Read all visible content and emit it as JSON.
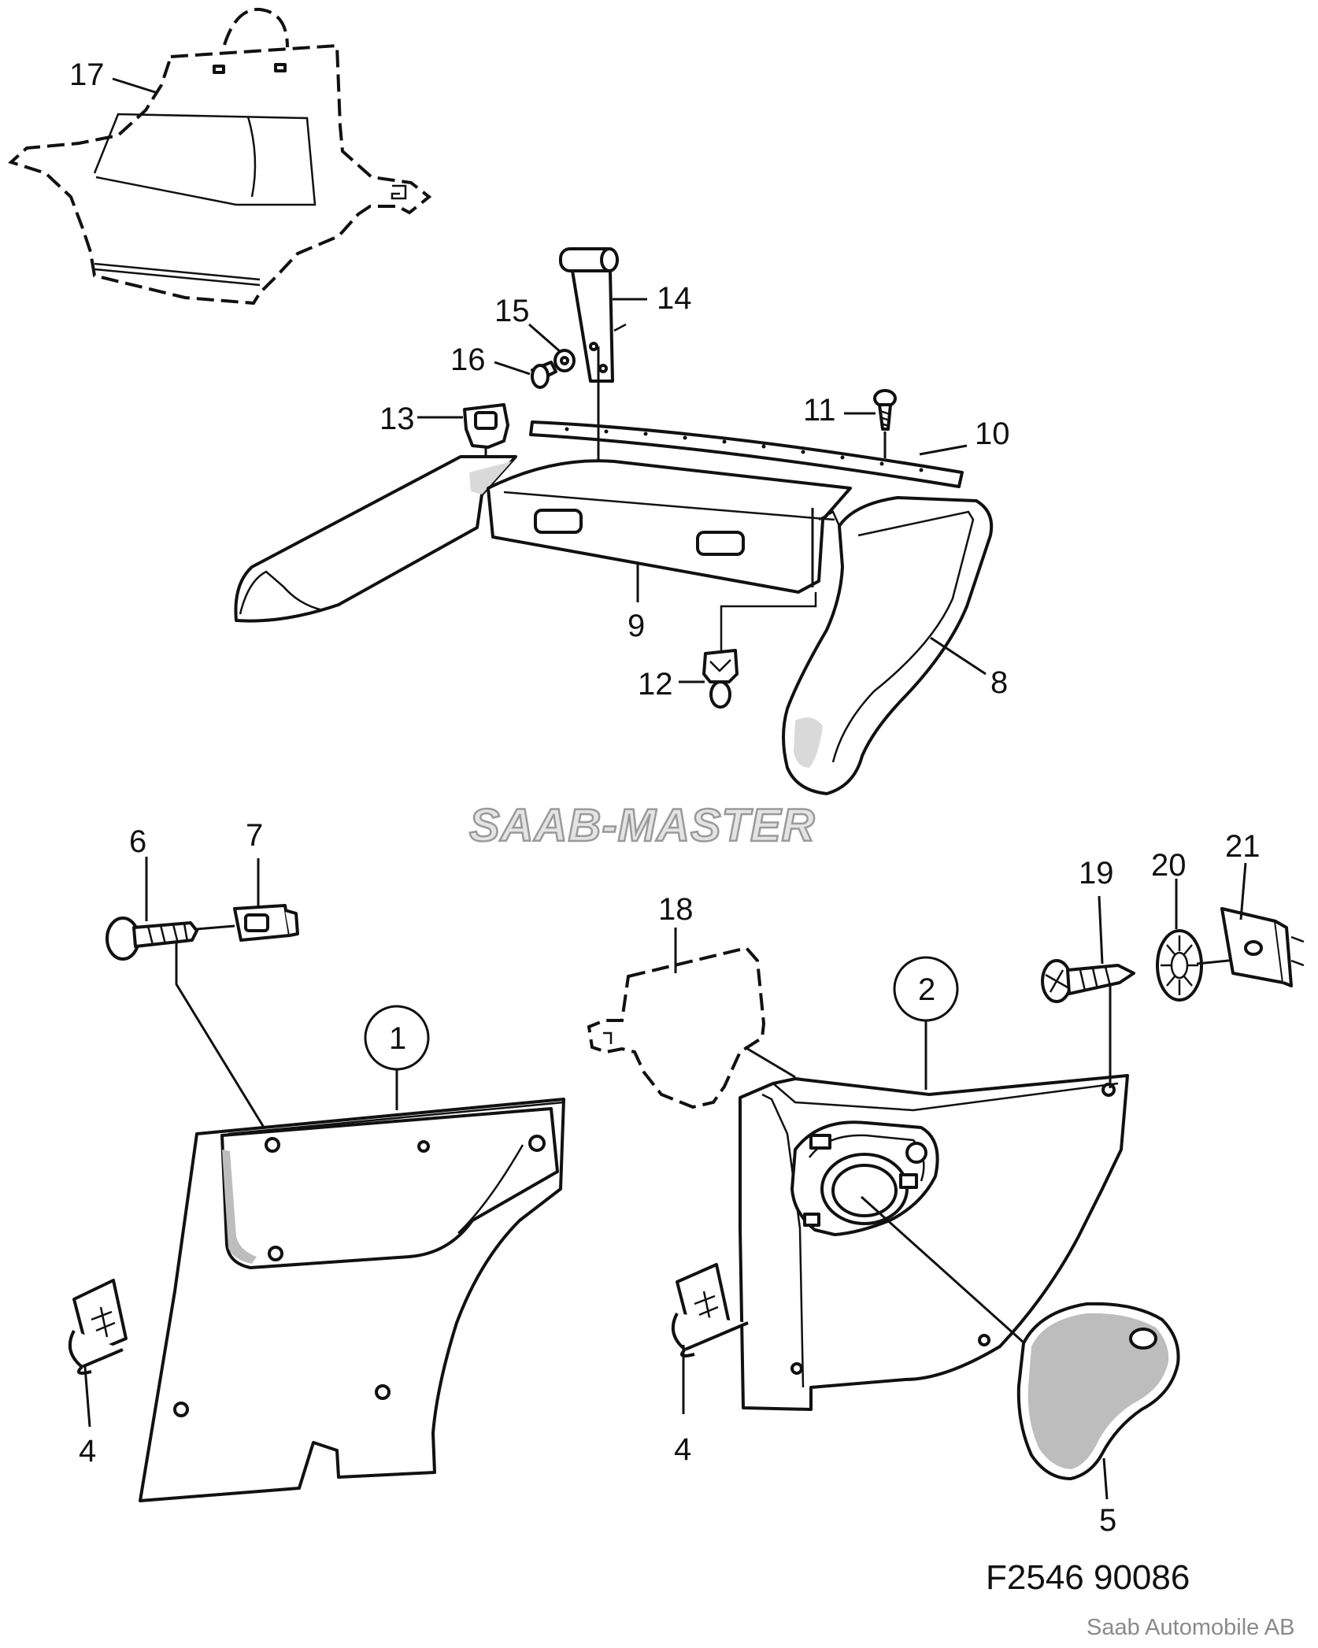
{
  "callouts": {
    "n1": "1",
    "n2": "2",
    "n4a": "4",
    "n4b": "4",
    "n5": "5",
    "n6": "6",
    "n7": "7",
    "n8": "8",
    "n9": "9",
    "n10": "10",
    "n11": "11",
    "n12": "12",
    "n13": "13",
    "n14": "14",
    "n15": "15",
    "n16": "16",
    "n17": "17",
    "n18": "18",
    "n19": "19",
    "n20": "20",
    "n21": "21"
  },
  "watermark": "SAAB-MASTER",
  "figure_code": "F2546  90086",
  "copyright": "Saab Automobile AB"
}
